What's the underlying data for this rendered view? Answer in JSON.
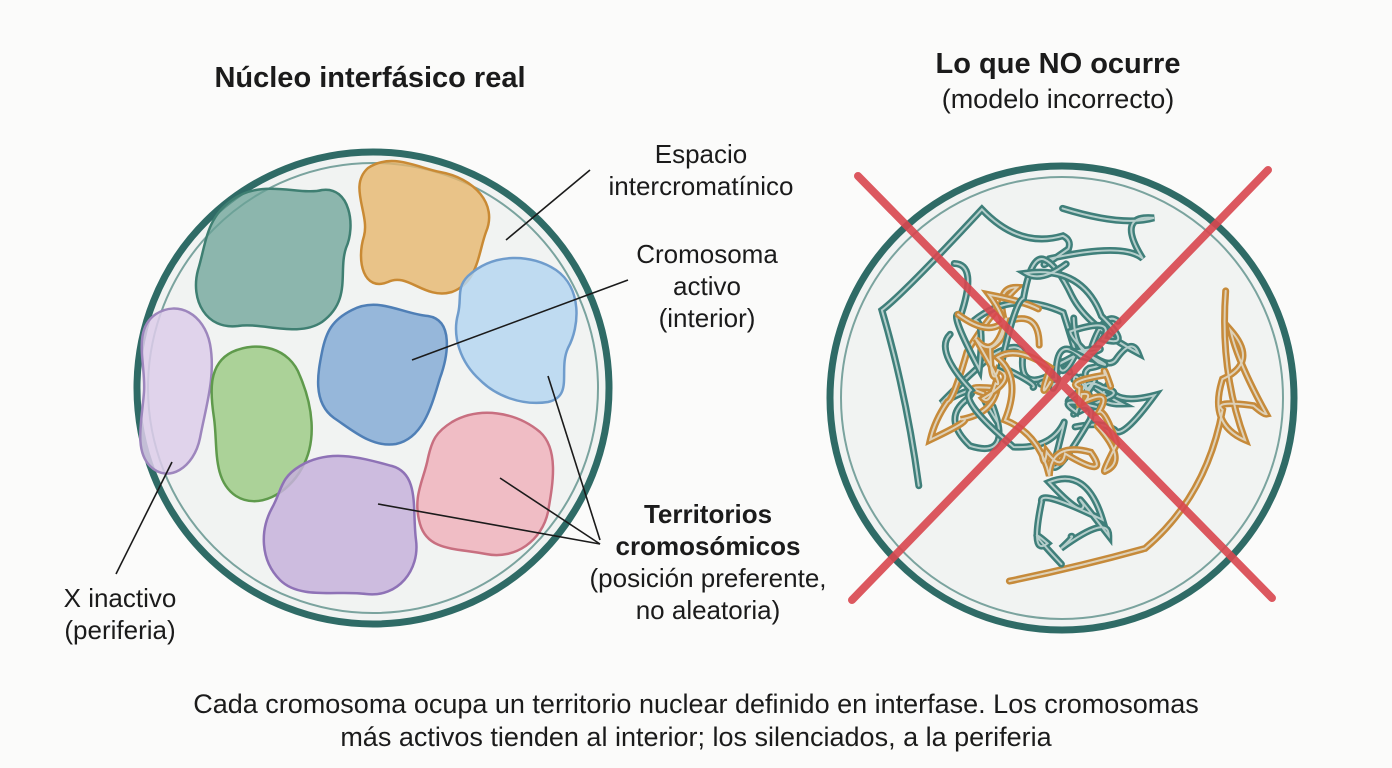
{
  "left_panel": {
    "title": "Núcleo interfásico real",
    "labels": {
      "espacio_line1": "Espacio",
      "espacio_line2": "intercromatínico",
      "activo_line1": "Cromosoma",
      "activo_line2": "activo",
      "activo_line3": "(interior)",
      "territorios_line1": "Territorios",
      "territorios_line2": "cromosómicos",
      "territorios_line3": "(posición preferente,",
      "territorios_line4": "no aleatoria)",
      "xinactivo_line1": "X inactivo",
      "xinactivo_line2": "(periferia)"
    }
  },
  "right_panel": {
    "title": "Lo que NO ocurre",
    "subtitle": "(modelo incorrecto)"
  },
  "caption": {
    "line1": "Cada cromosoma ocupa un territorio nuclear definido en interfase. Los cromosomas",
    "line2": "más activos tienden al interior; los silenciados, a la periferia"
  },
  "colors": {
    "nucleus_ring": "#2f6b66",
    "nucleus_fill": "#f1f3f2",
    "territory_teal": "#4f8f82",
    "territory_orange": "#e2a34c",
    "territory_blue_light": "#9cc6ea",
    "territory_blue": "#6f9ccc",
    "territory_lavender": "#cbb6db",
    "territory_green": "#89bd72",
    "territory_pink": "#e89aa6",
    "territory_purple": "#b59ccc",
    "strand_teal": "#3f7f7a",
    "strand_orange": "#c68a3a",
    "cross_red": "#d9474f"
  }
}
